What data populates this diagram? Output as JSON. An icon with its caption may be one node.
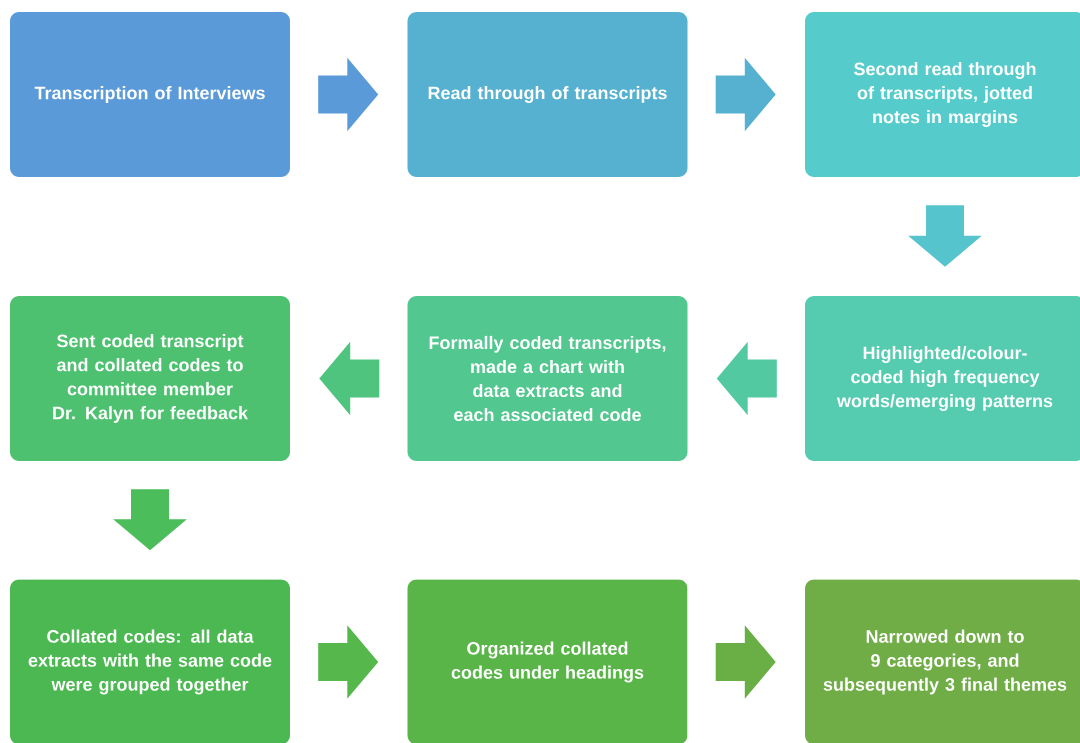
{
  "diagram": {
    "nodes": [
      {
        "text": [
          "Transcription of Interviews"
        ]
      },
      {
        "text": [
          "Read through of transcripts"
        ]
      },
      {
        "text": [
          "Second read through of transcripts, jotted notes in margins"
        ]
      },
      {
        "text": [
          "Sent coded transcript and collated codes to committee member Dr. Kalyn for feedback"
        ]
      },
      {
        "text": [
          "Formally coded transcripts, made a chart with data extracts and each associated code"
        ]
      },
      {
        "text": [
          "Highlighted/colour-coded high frequency words/emerging patterns"
        ]
      },
      {
        "text": [
          "Collated codes: all data extracts with the same code were grouped together"
        ]
      },
      {
        "text": [
          "Organized collated codes under headings"
        ]
      },
      {
        "text": [
          "Narrowed down to 9 categories, and subsequently 3 final themes"
        ]
      }
    ],
    "edges": [
      {
        "from": 0,
        "to": 1,
        "arrow": "to",
        "color": "#5a9ad8"
      },
      {
        "from": 1,
        "to": 2,
        "arrow": "to",
        "color": "#56b1d0"
      },
      {
        "from": 2,
        "to": 5,
        "arrow": "to",
        "color": "#56c4cc"
      },
      {
        "from": 5,
        "to": 4,
        "arrow": "to",
        "color": "#52c9a0"
      },
      {
        "from": 4,
        "to": 3,
        "arrow": "to",
        "color": "#4fc47e"
      },
      {
        "from": 3,
        "to": 6,
        "arrow": "to",
        "color": "#4bbd5a"
      },
      {
        "from": 6,
        "to": 7,
        "arrow": "to",
        "color": "#55b74c"
      },
      {
        "from": 7,
        "to": 8,
        "arrow": "to",
        "color": "#6aaf45"
      }
    ]
  }
}
